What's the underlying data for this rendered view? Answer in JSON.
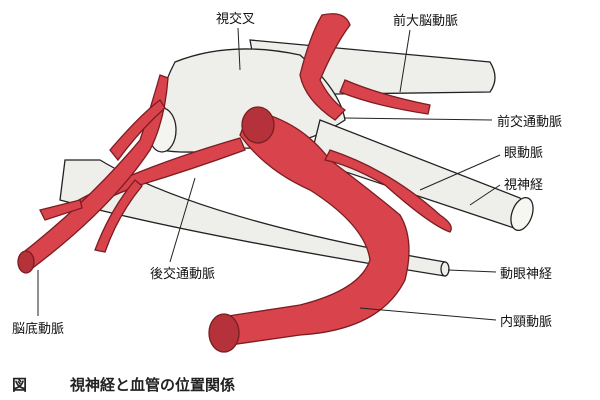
{
  "labels": {
    "optic_chiasm": "視交叉",
    "anterior_cerebral_artery": "前大脳動脈",
    "anterior_communicating_artery": "前交通動脈",
    "ophthalmic_artery": "眼動脈",
    "optic_nerve": "視神経",
    "oculomotor_nerve": "動眼神経",
    "internal_carotid_artery": "内頸動脈",
    "posterior_communicating_artery": "後交通動脈",
    "basilar_artery": "脳底動脈"
  },
  "caption": {
    "prefix": "図",
    "title": "視神経と血管の位置関係"
  },
  "colors": {
    "artery": "#d9434b",
    "artery_dark": "#9e2a31",
    "nerve": "#eeeeea",
    "outline": "#222222"
  }
}
